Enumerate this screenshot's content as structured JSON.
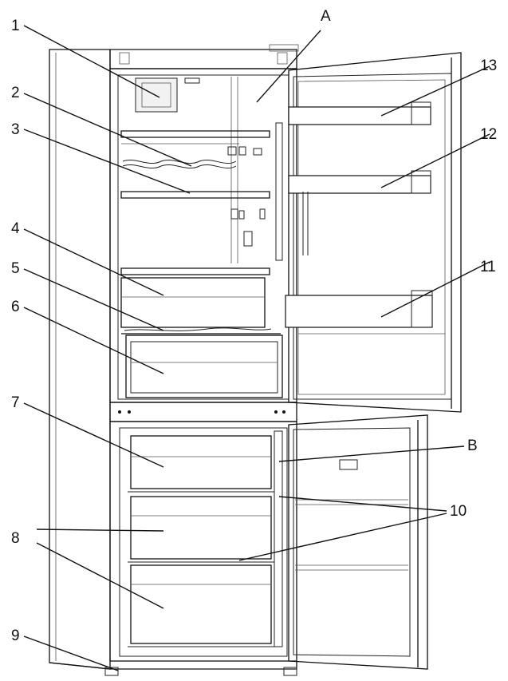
{
  "callouts": {
    "n1": "1",
    "n2": "2",
    "n3": "3",
    "n4": "4",
    "n5": "5",
    "n6": "6",
    "n7": "7",
    "n8": "8",
    "n9": "9",
    "n10": "10",
    "n11": "11",
    "n12": "12",
    "n13": "13",
    "A": "A",
    "B": "B"
  },
  "colors": {
    "line": "#111111",
    "background": "#ffffff",
    "panel": "#f2f2f2"
  }
}
